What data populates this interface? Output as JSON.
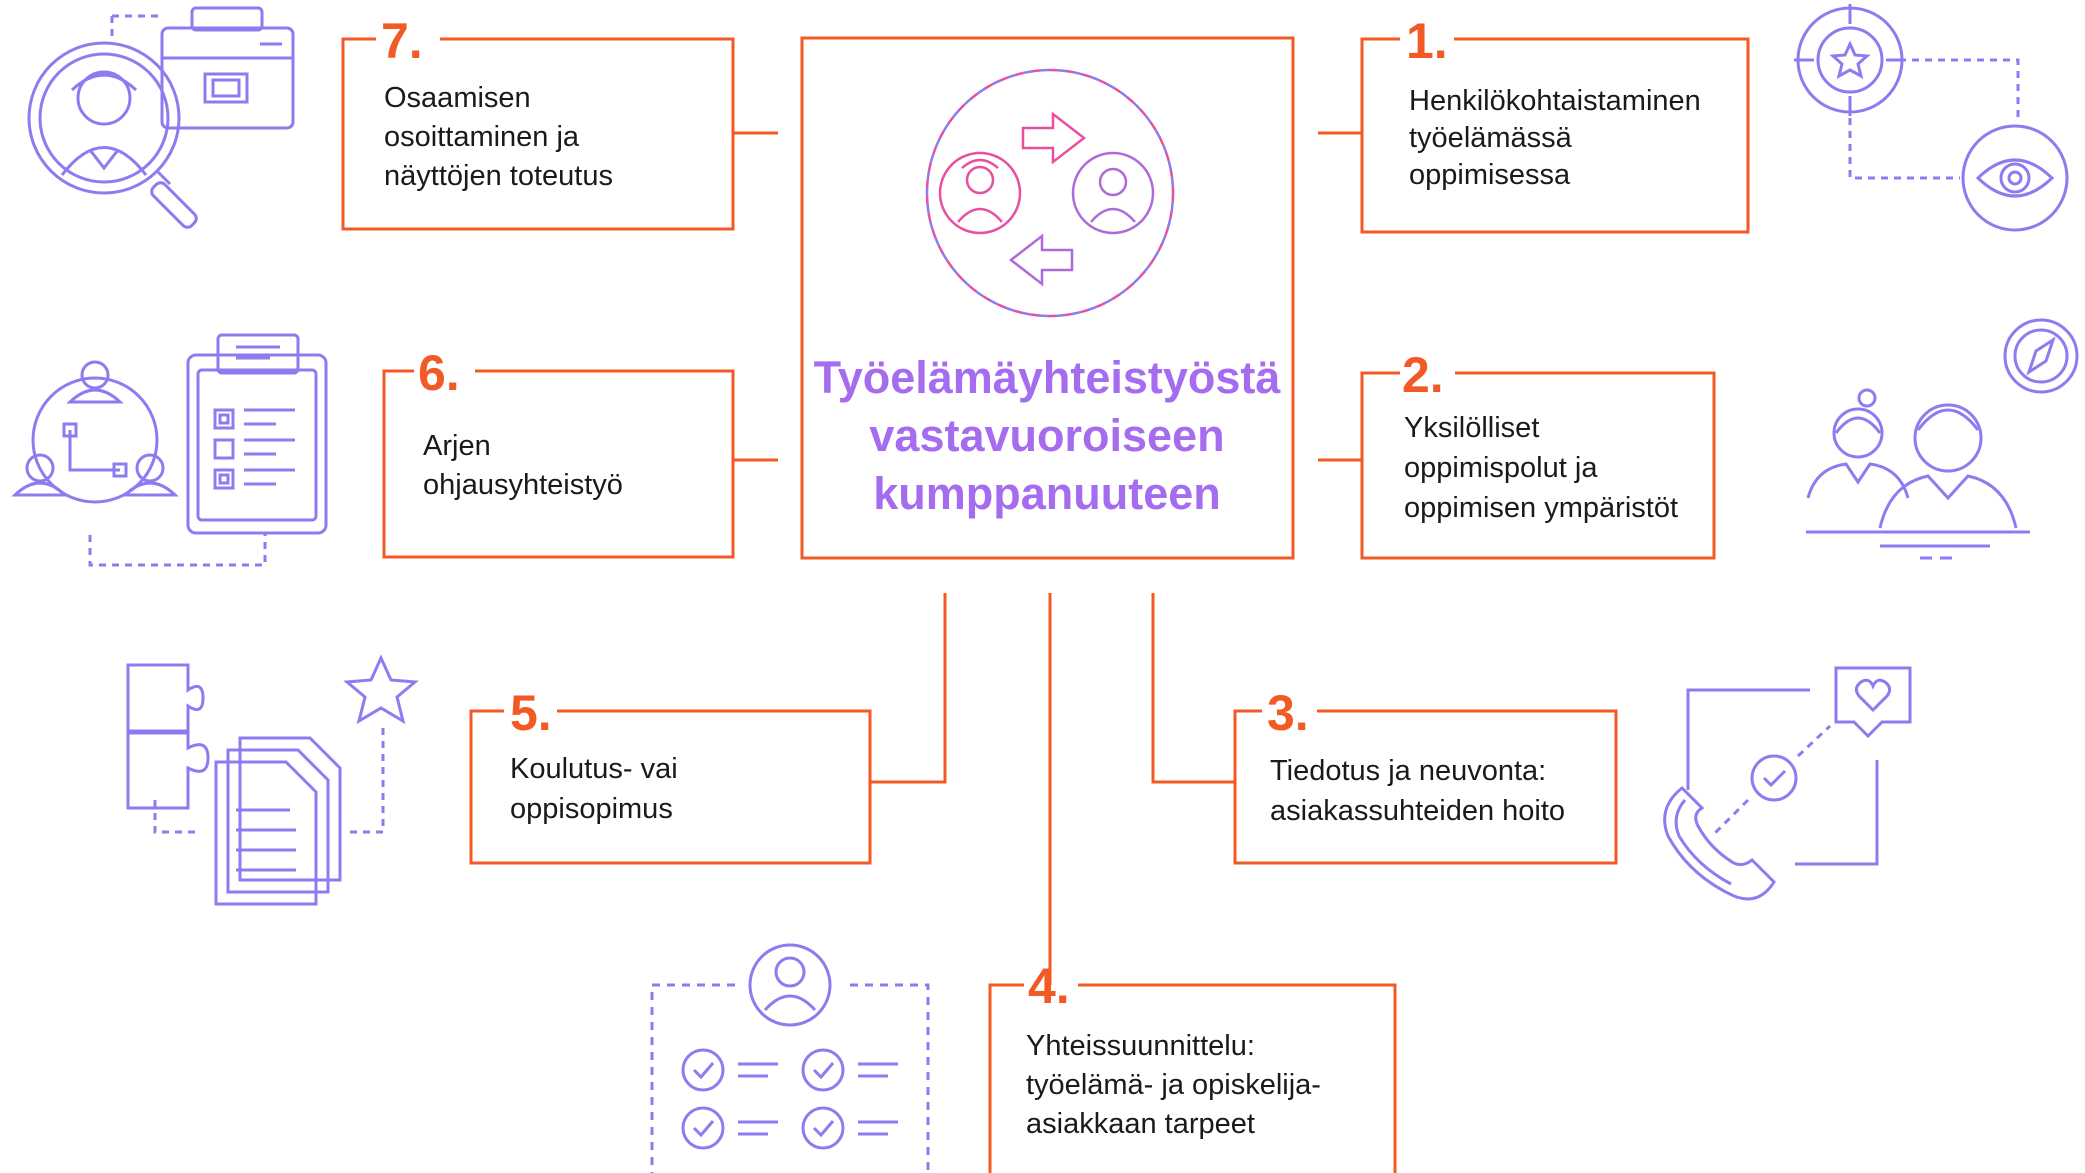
{
  "title": [
    "Työelämäyhteistyöstä",
    "vastavuoroiseen",
    "kumppanuuteen"
  ],
  "colors": {
    "box_border": "#f15a24",
    "number": "#f15a24",
    "title": "#a66cf0",
    "icon_stroke": "#8b7cf0",
    "icon_accent": "#e94fa0",
    "text": "#1a1a1a"
  },
  "steps": [
    {
      "num": "1.",
      "lines": [
        "Henkilökohtaistaminen",
        "työelämässä",
        "oppimisessa"
      ],
      "icon": "target-eye-icon"
    },
    {
      "num": "2.",
      "lines": [
        "Yksilölliset",
        "oppimispolut ja",
        "oppimisen ympäristöt"
      ],
      "icon": "people-compass-icon"
    },
    {
      "num": "3.",
      "lines": [
        "Tiedotus ja neuvonta:",
        "asiakassuhteiden hoito"
      ],
      "icon": "phone-heart-icon"
    },
    {
      "num": "4.",
      "lines": [
        "Yhteissuunnittelu:",
        "työelämä- ja opiskelija-",
        "asiakkaan tarpeet"
      ],
      "icon": "user-checklist-icon"
    },
    {
      "num": "5.",
      "lines": [
        "Koulutus- vai",
        "oppisopimus"
      ],
      "icon": "puzzle-documents-icon"
    },
    {
      "num": "6.",
      "lines": [
        "Arjen",
        "ohjausyhteistyö"
      ],
      "icon": "team-clipboard-icon"
    },
    {
      "num": "7.",
      "lines": [
        "Osaamisen",
        "osoittaminen ja",
        "näyttöjen toteutus"
      ],
      "icon": "magnifier-briefcase-icon"
    }
  ]
}
